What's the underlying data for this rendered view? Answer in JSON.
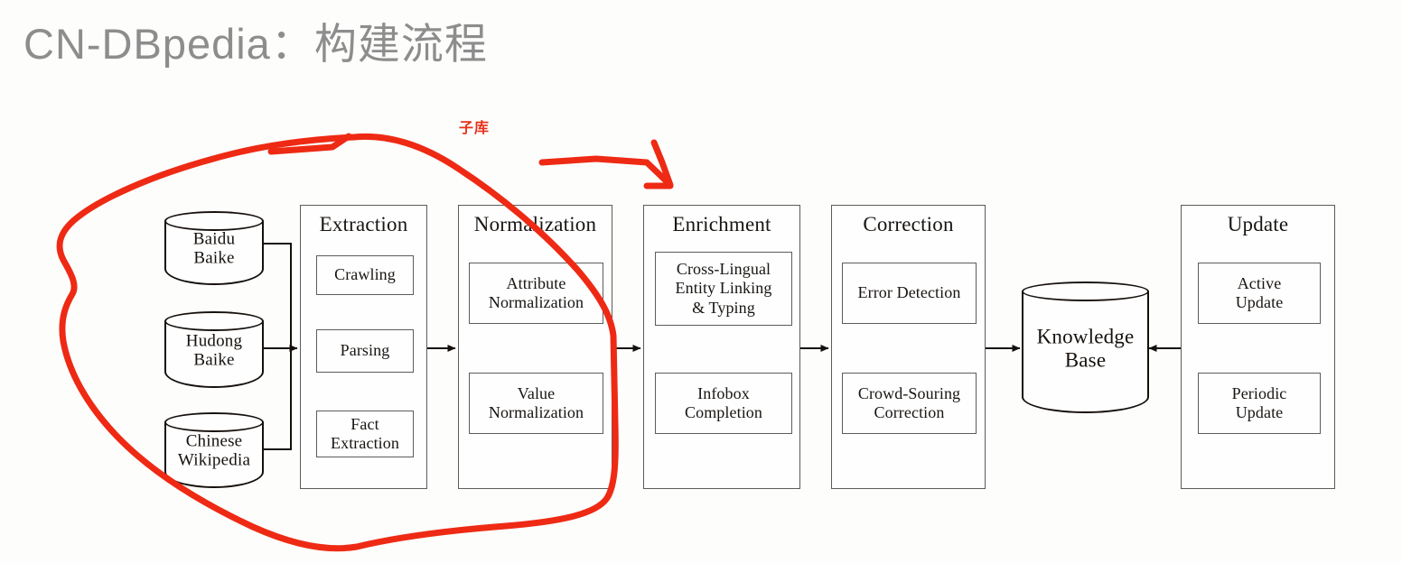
{
  "slide": {
    "title": "CN-DBpedia：构建流程",
    "title_color": "#8d8d8d",
    "background_color": "#fdfdfc"
  },
  "annotation": {
    "ink_color": "#ee2a14",
    "label": "子库",
    "label_meaning_icon": "handwritten-circle-annotation",
    "shapes": [
      "red-circle-around-sources-extraction-normalization",
      "red-arrow-pointing-right-down"
    ]
  },
  "diagram": {
    "type": "pipeline-flowchart",
    "sources": [
      {
        "name": "baidu-baike",
        "line1": "Baidu",
        "line2": "Baike"
      },
      {
        "name": "hudong-baike",
        "line1": "Hudong",
        "line2": "Baike"
      },
      {
        "name": "chinese-wikipedia",
        "line1": "Chinese",
        "line2": "Wikipedia"
      }
    ],
    "stages": [
      {
        "name": "extraction",
        "title": "Extraction",
        "items": [
          {
            "name": "crawling",
            "text": "Crawling"
          },
          {
            "name": "parsing",
            "text": "Parsing"
          },
          {
            "name": "fact-extraction",
            "text": "Fact\nExtraction"
          }
        ]
      },
      {
        "name": "normalization",
        "title": "Normalization",
        "items": [
          {
            "name": "attribute-normalization",
            "text": "Attribute\nNormalization"
          },
          {
            "name": "value-normalization",
            "text": "Value\nNormalization"
          }
        ]
      },
      {
        "name": "enrichment",
        "title": "Enrichment",
        "items": [
          {
            "name": "cross-lingual-entity-linking-and-typing",
            "text": "Cross-Lingual\nEntity Linking\n& Typing"
          },
          {
            "name": "infobox-completion",
            "text": "Infobox\nCompletion"
          }
        ]
      },
      {
        "name": "correction",
        "title": "Correction",
        "items": [
          {
            "name": "error-detection",
            "text": "Error Detection"
          },
          {
            "name": "crowd-souring-correction",
            "text": "Crowd-Souring\nCorrection"
          }
        ]
      },
      {
        "name": "update",
        "title": "Update",
        "items": [
          {
            "name": "active-update",
            "text": "Active\nUpdate"
          },
          {
            "name": "periodic-update",
            "text": "Periodic\nUpdate"
          }
        ]
      }
    ],
    "knowledge_base": {
      "name": "knowledge-base",
      "line1": "Knowledge",
      "line2": "Base"
    }
  }
}
